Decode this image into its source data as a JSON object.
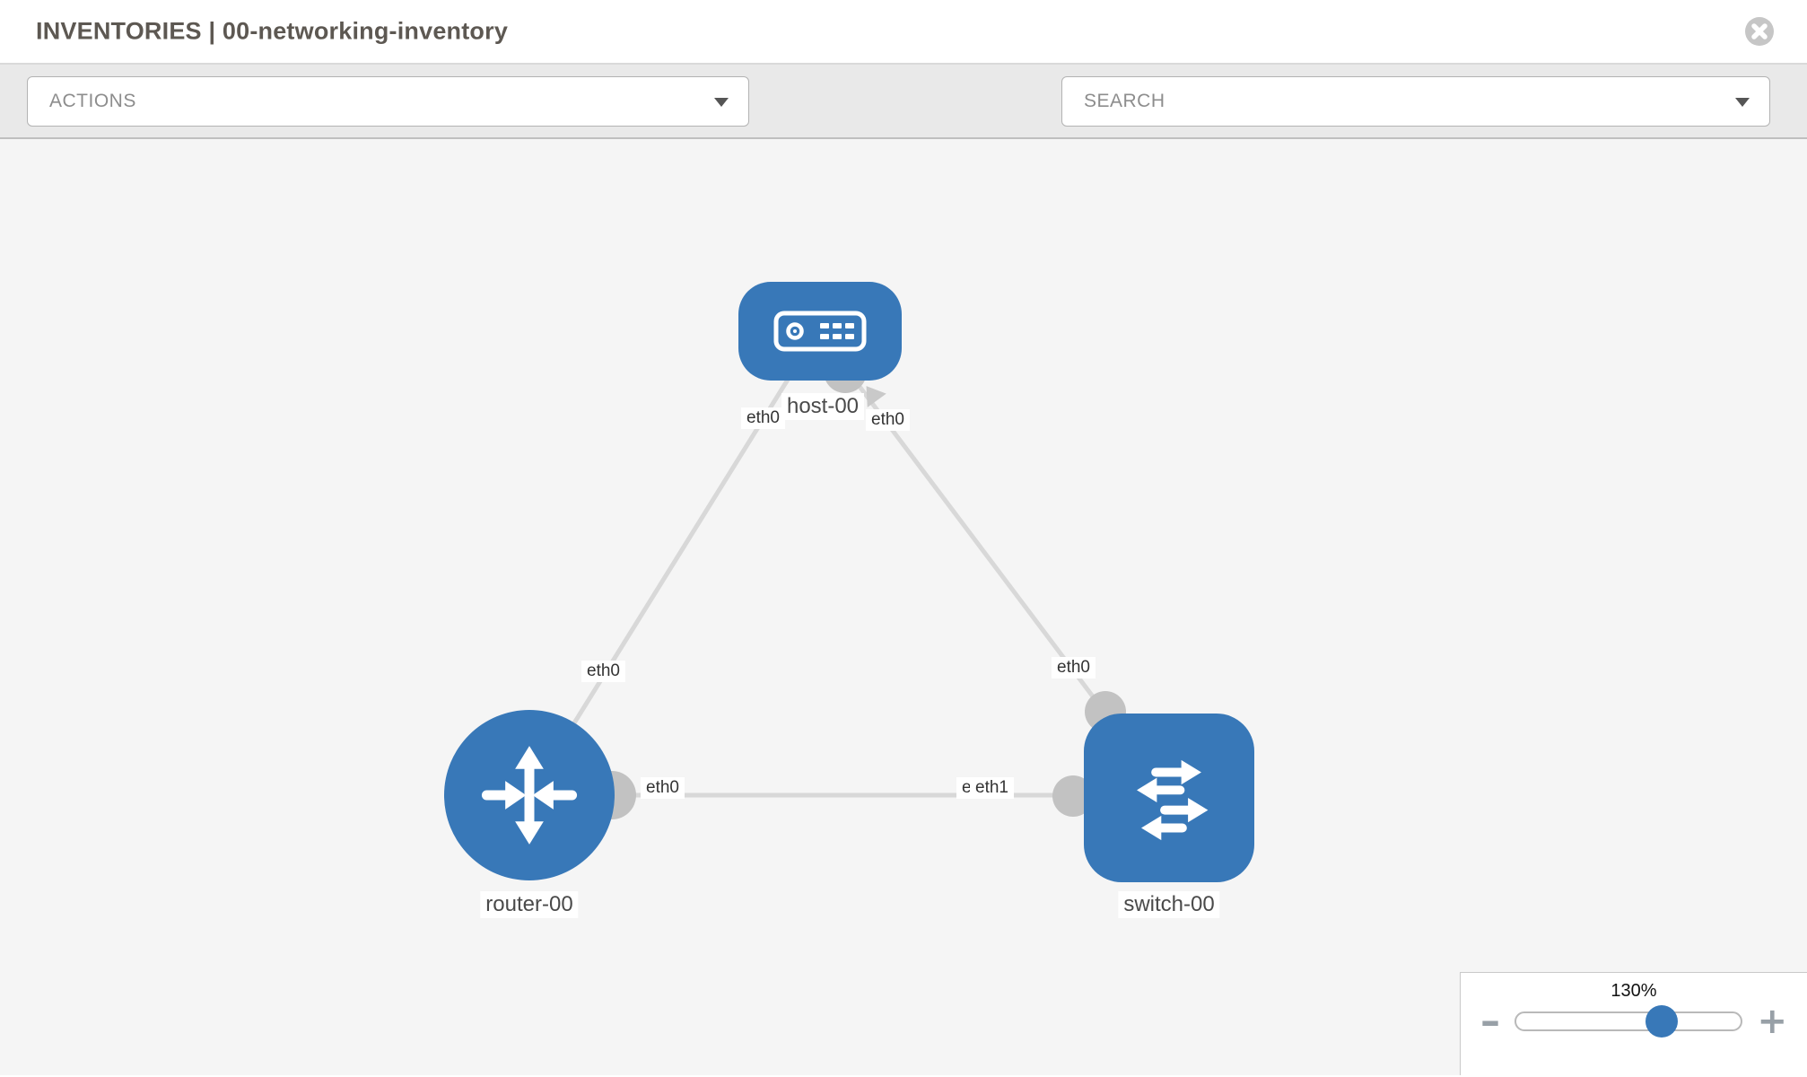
{
  "header": {
    "title": "INVENTORIES | 00-networking-inventory",
    "close_icon": "x-circle"
  },
  "toolbar": {
    "actions_label": "ACTIONS",
    "search_label": "SEARCH",
    "icons": [
      "wrench-icon",
      "key-icon"
    ]
  },
  "topology": {
    "nodes": [
      {
        "id": "host-00",
        "type": "host",
        "label": "host-00"
      },
      {
        "id": "router-00",
        "type": "router",
        "label": "router-00"
      },
      {
        "id": "switch-00",
        "type": "switch",
        "label": "switch-00"
      }
    ],
    "links": [
      {
        "from": "host-00",
        "to": "router-00",
        "from_label": "eth0",
        "to_label": "eth0"
      },
      {
        "from": "host-00",
        "to": "switch-00",
        "from_label": "eth0",
        "to_label": "eth0"
      },
      {
        "from": "router-00",
        "to": "switch-00",
        "from_label": "eth0",
        "to_label": "eth1",
        "to_label_overlapped": "eth0"
      }
    ]
  },
  "zoom_control": {
    "value": "130%",
    "percent": 64.5,
    "minus": "–",
    "plus": "+"
  },
  "colors": {
    "node_blue": "#3878b8",
    "port_gray": "#c2c2c2",
    "link_gray": "#d8d8d8",
    "toolbar_bg": "#e9e9e9",
    "canvas_bg": "#f5f5f5"
  }
}
